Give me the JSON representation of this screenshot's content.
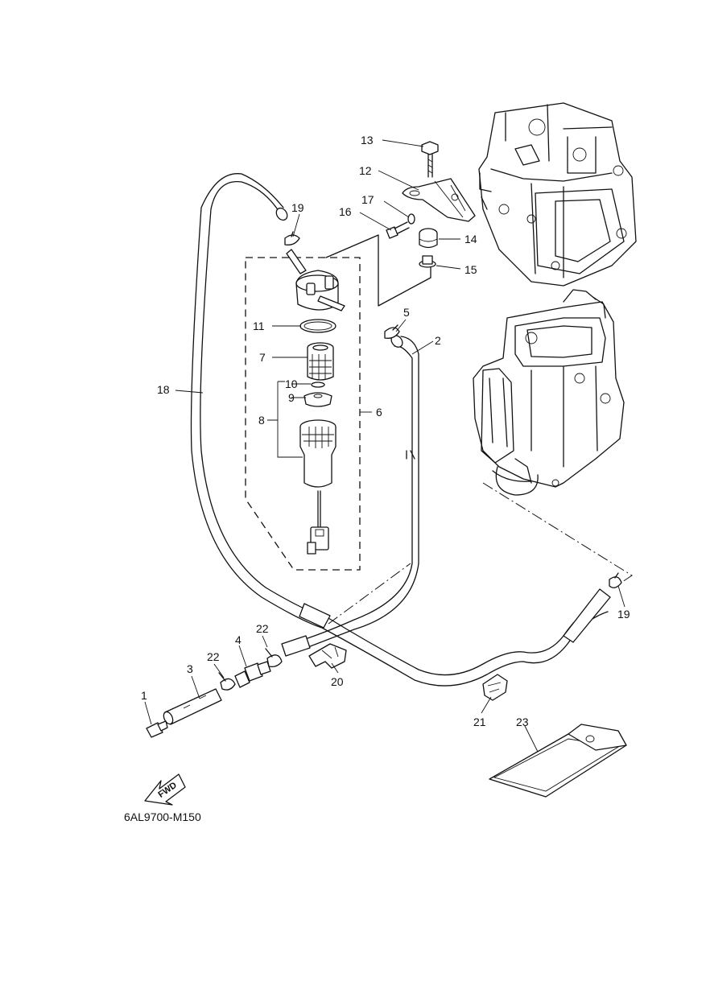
{
  "diagram": {
    "callouts": {
      "c1": "1",
      "c2": "2",
      "c3": "3",
      "c4": "4",
      "c5": "5",
      "c6": "6",
      "c7": "7",
      "c8": "8",
      "c9": "9",
      "c10": "10",
      "c11": "11",
      "c12": "12",
      "c13": "13",
      "c14": "14",
      "c15": "15",
      "c16": "16",
      "c17": "17",
      "c18": "18",
      "c19a": "19",
      "c19b": "19",
      "c20": "20",
      "c21": "21",
      "c22a": "22",
      "c22b": "22",
      "c23": "23"
    },
    "fwd_label": "FWD",
    "drawing_code": "6AL9700-M150"
  }
}
